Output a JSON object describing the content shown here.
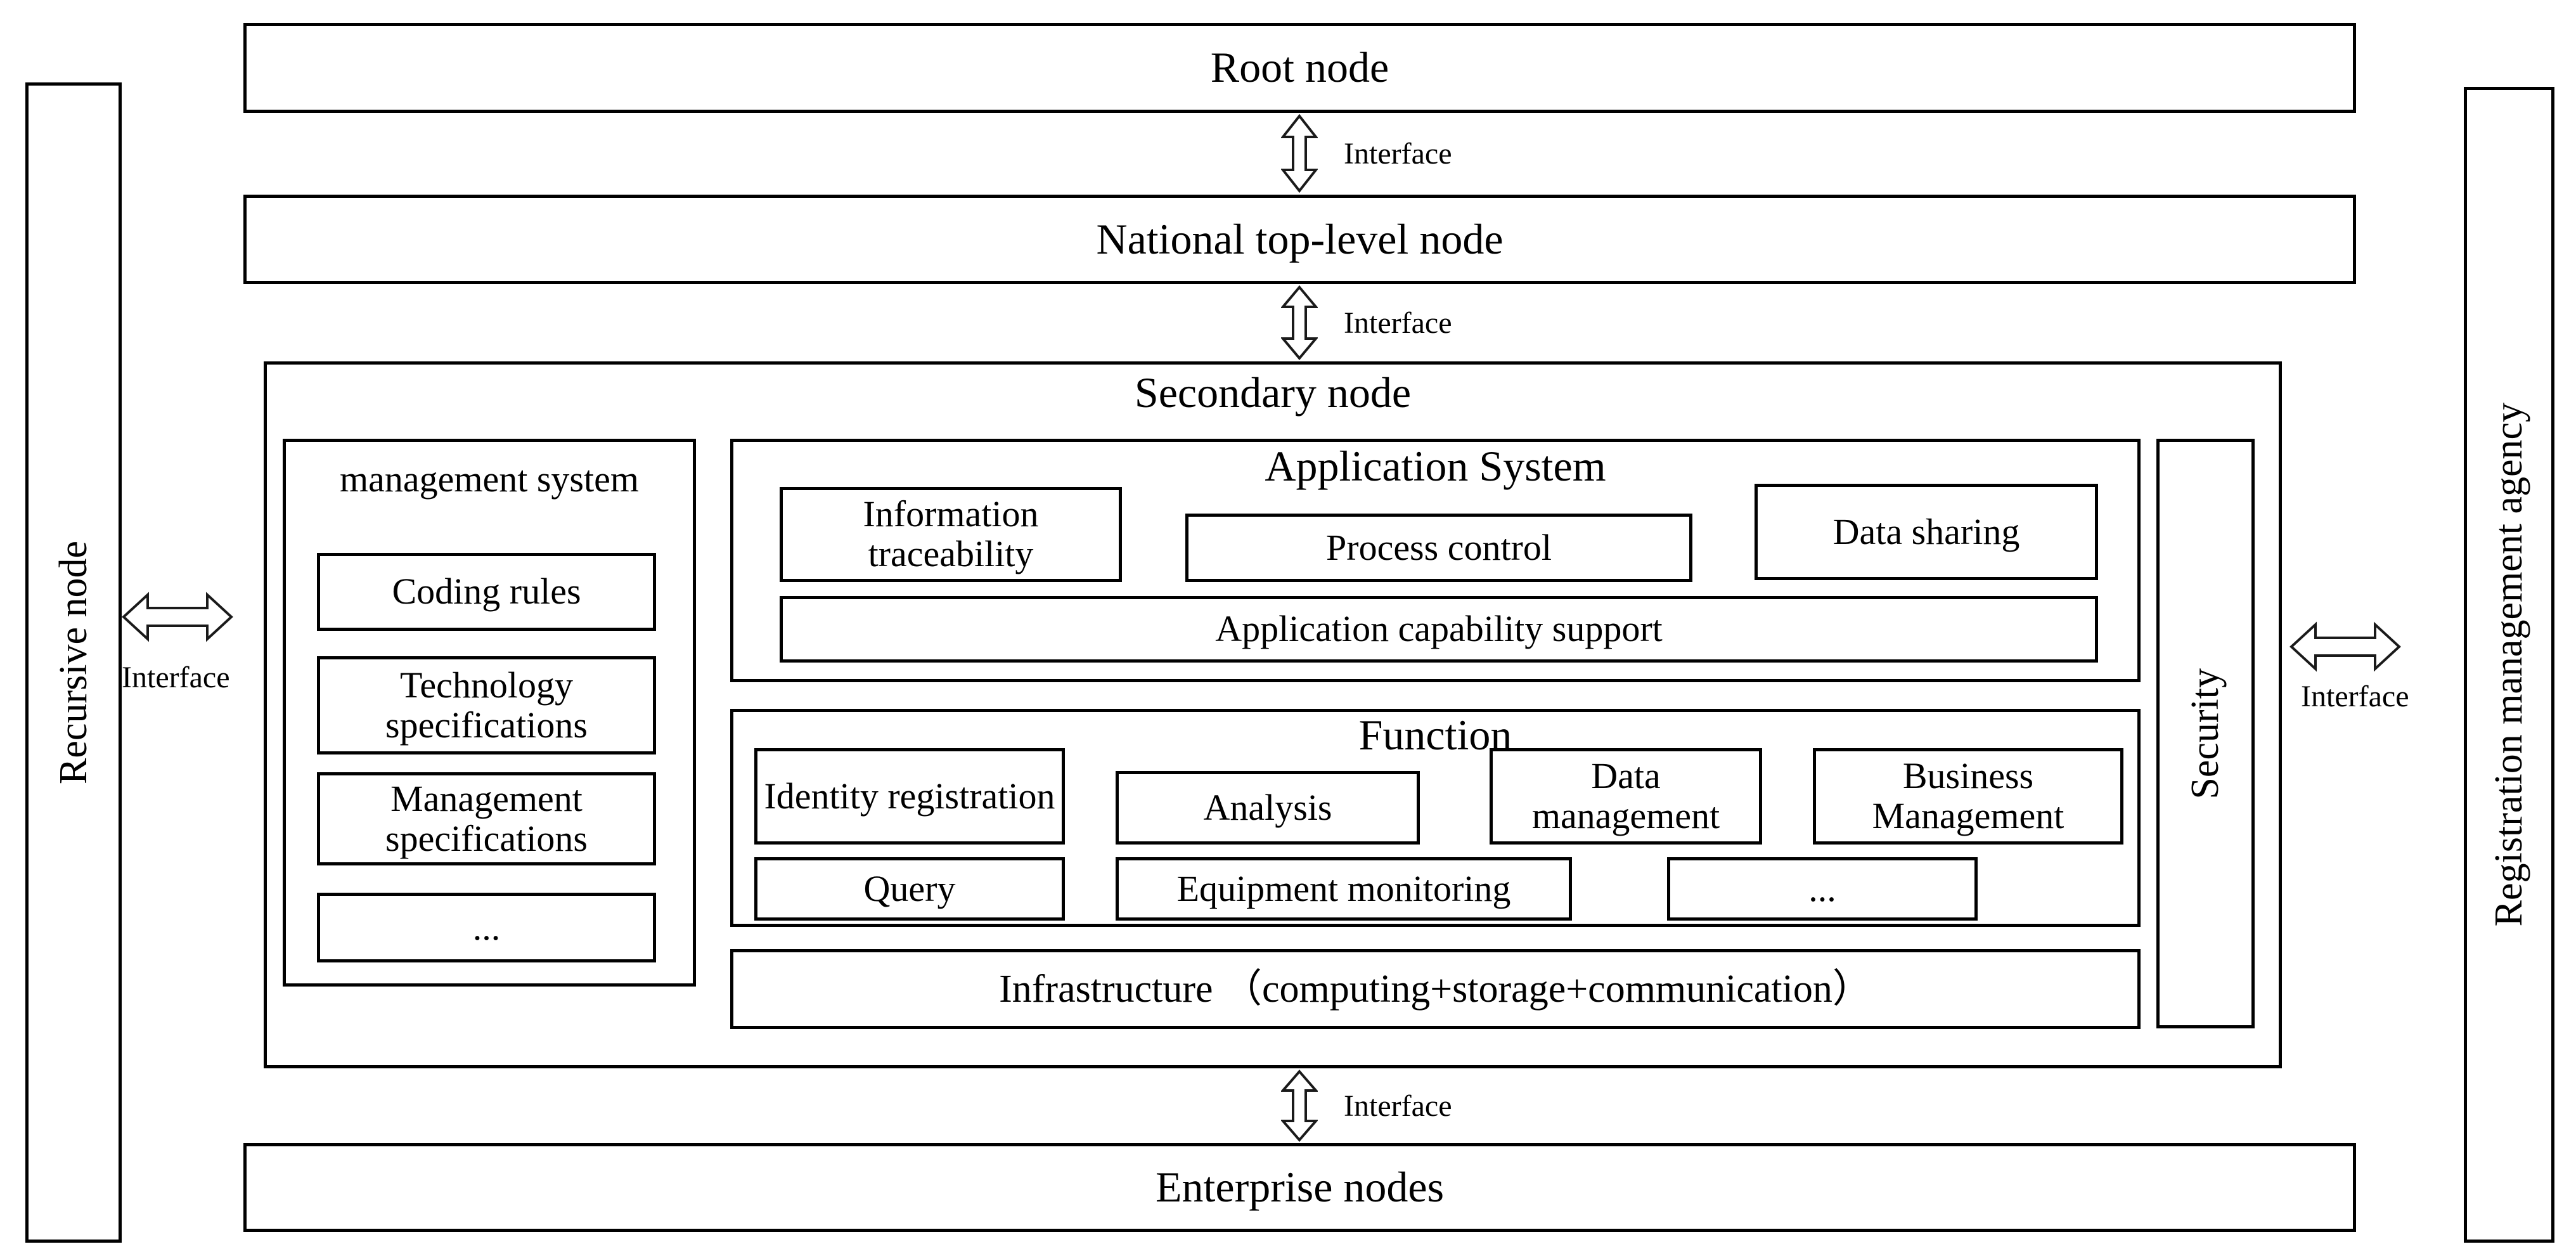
{
  "colors": {
    "background": "#ffffff",
    "border": "#000000",
    "text": "#000000"
  },
  "labels": {
    "interface": "Interface"
  },
  "nodes": {
    "root": "Root node",
    "national": "National top-level node",
    "secondary": "Secondary node",
    "enterprise": "Enterprise nodes",
    "recursive": "Recursive node",
    "registration": "Registration management agency"
  },
  "management": {
    "title": "management system",
    "items": [
      "Coding rules",
      "Technology specifications",
      "Management specifications",
      "..."
    ]
  },
  "application": {
    "title": "Application System",
    "items": {
      "information_traceability": "Information traceability",
      "process_control": "Process control",
      "data_sharing": "Data sharing",
      "capability": "Application capability support"
    }
  },
  "function": {
    "title": "Function",
    "row1": [
      "Identity registration",
      "Analysis",
      "Data management",
      "Business Management"
    ],
    "row2": [
      "Query",
      "Equipment monitoring",
      "..."
    ]
  },
  "infrastructure": "Infrastructure （computing+storage+communication）",
  "security": "Security"
}
